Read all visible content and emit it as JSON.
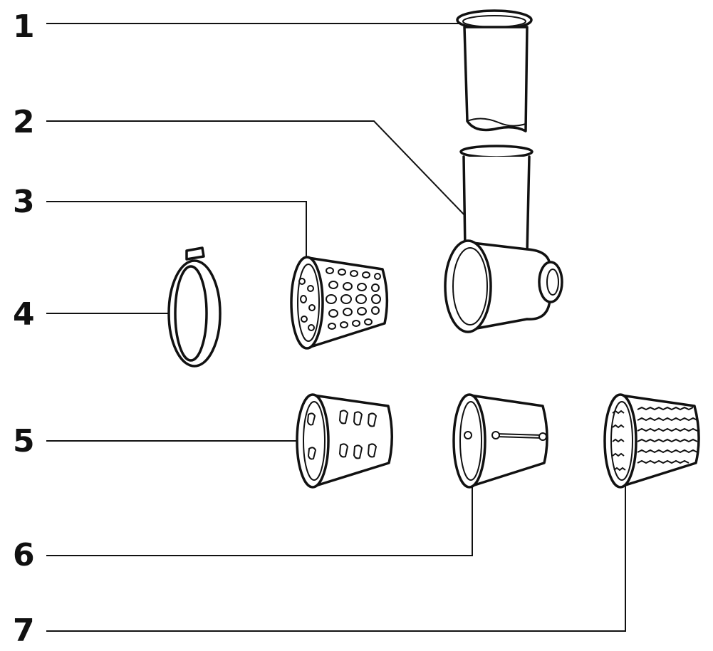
{
  "callouts": [
    {
      "number": "1",
      "part": "food-pusher"
    },
    {
      "number": "2",
      "part": "housing"
    },
    {
      "number": "3",
      "part": "coarse-shredder-cone"
    },
    {
      "number": "4",
      "part": "retaining-ring"
    },
    {
      "number": "5",
      "part": "thick-slicer-cone"
    },
    {
      "number": "6",
      "part": "thin-slicer-cone"
    },
    {
      "number": "7",
      "part": "fine-shredder-cone"
    }
  ],
  "colors": {
    "ink": "#111111",
    "background": "#ffffff"
  }
}
